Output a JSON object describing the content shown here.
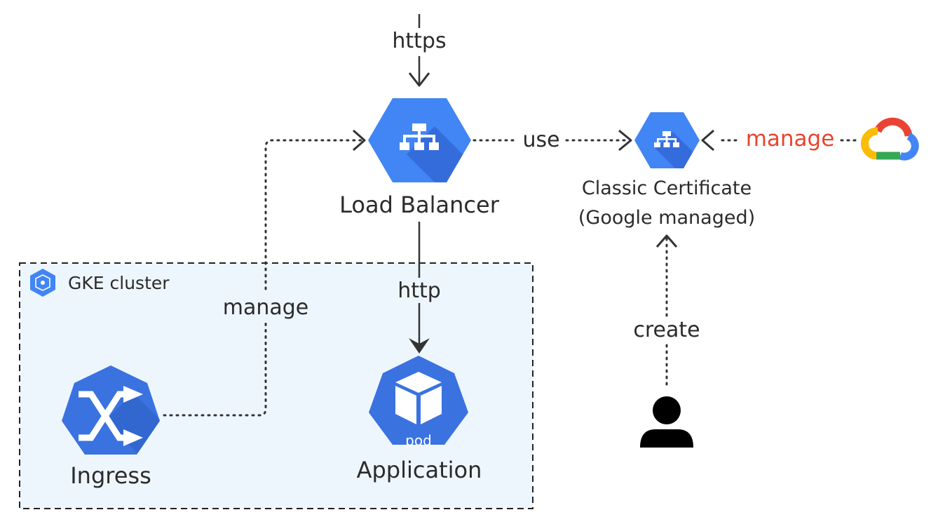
{
  "cluster": {
    "label": "GKE cluster"
  },
  "nodes": {
    "load_balancer": {
      "label": "Load Balancer"
    },
    "certificate": {
      "line1": "Classic Certificate",
      "line2": "(Google managed)"
    },
    "ingress": {
      "label": "Ingress"
    },
    "application": {
      "label": "Application",
      "badge": "pod"
    }
  },
  "edges": {
    "https": "https",
    "http": "http",
    "use": "use",
    "manage_cloud": "manage",
    "manage_ingress": "manage",
    "create": "create"
  },
  "colors": {
    "hex_blue": "#4285f4",
    "hex_shadow": "#3367d6",
    "manage_accent": "#e8452c",
    "cluster_fill": "#eef6fd",
    "line": "#333333"
  }
}
